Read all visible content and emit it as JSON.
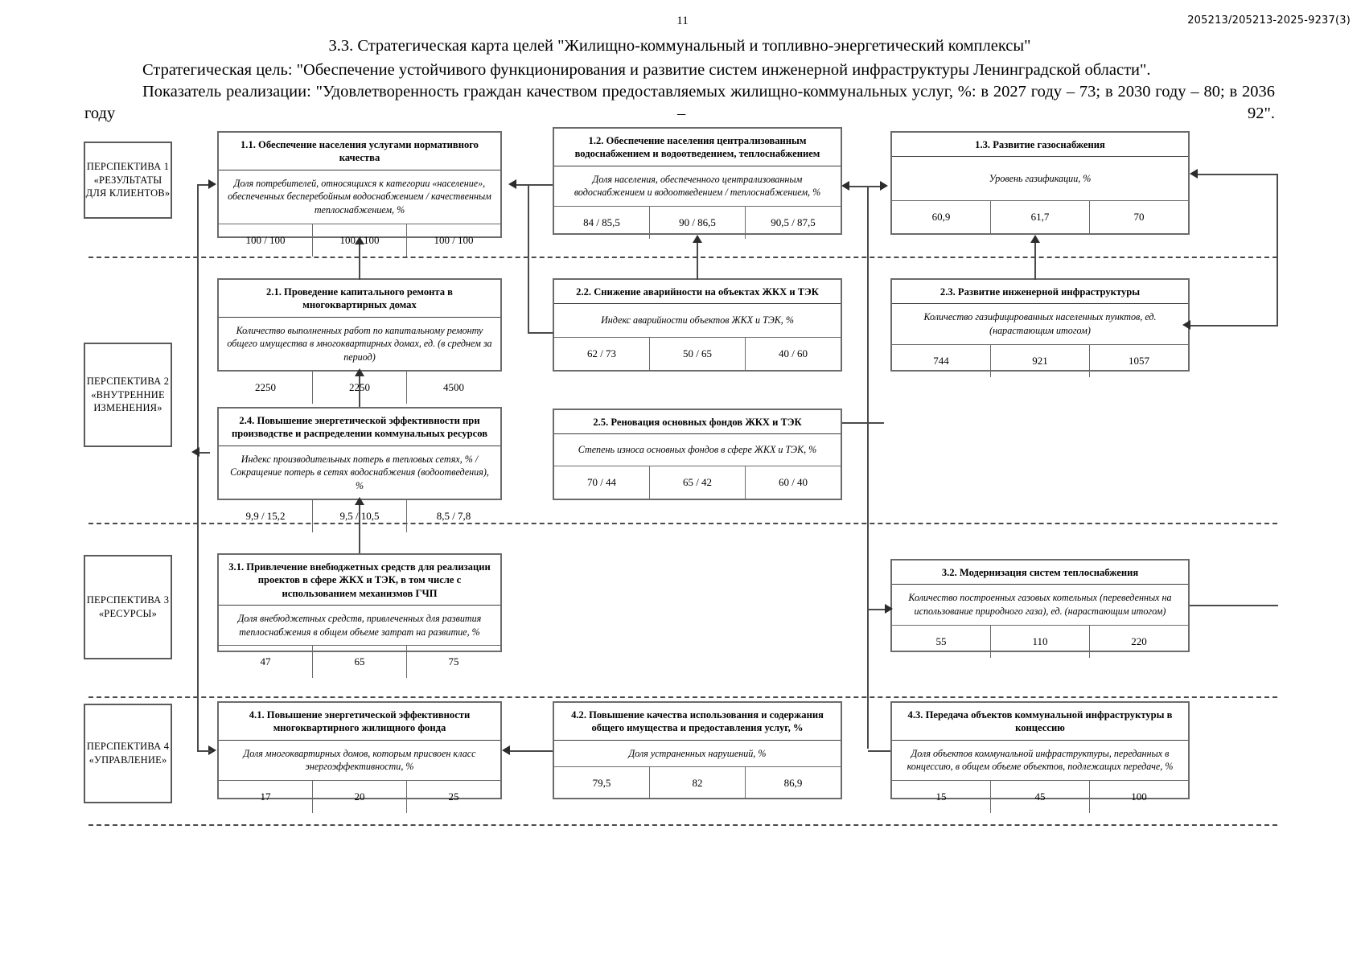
{
  "header": {
    "doc_code": "205213/205213-2025-9237(3)",
    "page_number": "11",
    "title": "3.3. Стратегическая карта целей \"Жилищно-коммунальный и топливно-энергетический комплексы\"",
    "goal": "Стратегическая цель: \"Обеспечение устойчивого функционирования и развитие систем инженерной инфраструктуры Ленинградской области\".",
    "indicator": "Показатель реализации: \"Удовлетворенность граждан качеством предоставляемых жилищно-коммунальных услуг, %: в 2027 году – 73; в 2030 году – 80; в 2036 году – 92\"."
  },
  "perspectives": [
    {
      "id": "p1",
      "label": "ПЕРСПЕКТИВА 1\n«РЕЗУЛЬТАТЫ\nДЛЯ  КЛИЕНТОВ»"
    },
    {
      "id": "p2",
      "label": "ПЕРСПЕКТИВА 2\n«ВНУТРЕННИЕ\nИЗМЕНЕНИЯ»"
    },
    {
      "id": "p3",
      "label": "ПЕРСПЕКТИВА 3\n«РЕСУРСЫ»"
    },
    {
      "id": "p4",
      "label": "ПЕРСПЕКТИВА 4\n«УПРАВЛЕНИЕ»"
    }
  ],
  "goals": [
    {
      "code": "1.1",
      "title": "1.1. Обеспечение населения услугами нормативного качества",
      "indicator": "Доля потребителей, относящихся к категории «население», обеспеченных бесперебойным водоснабжением / качественным теплоснабжением, %",
      "values": [
        "100 / 100",
        "100 / 100",
        "100 / 100"
      ]
    },
    {
      "code": "1.2",
      "title": "1.2. Обеспечение населения централизованным водоснабжением и водоотведением, теплоснабжением",
      "indicator": "Доля населения, обеспеченного централизованным водоснабжением и водоотведением / теплоснабжением, %",
      "values": [
        "84 / 85,5",
        "90 / 86,5",
        "90,5 / 87,5"
      ]
    },
    {
      "code": "1.3",
      "title": "1.3. Развитие газоснабжения",
      "indicator": "Уровень газификации, %",
      "values": [
        "60,9",
        "61,7",
        "70"
      ]
    },
    {
      "code": "2.1",
      "title": "2.1. Проведение капитального ремонта в многоквартирных домах",
      "indicator": "Количество выполненных работ по капитальному ремонту общего имущества в многоквартирных домах, ед. (в среднем за период)",
      "values": [
        "2250",
        "2250",
        "4500"
      ]
    },
    {
      "code": "2.2",
      "title": "2.2. Снижение аварийности на объектах ЖКХ и ТЭК",
      "indicator": "Индекс аварийности объектов ЖКХ и ТЭК, %",
      "values": [
        "62 / 73",
        "50 / 65",
        "40 / 60"
      ]
    },
    {
      "code": "2.3",
      "title": "2.3. Развитие инженерной инфраструктуры",
      "indicator": "Количество газифицированных населенных пунктов, ед. (нарастающим итогом)",
      "values": [
        "744",
        "921",
        "1057"
      ]
    },
    {
      "code": "2.4",
      "title": "2.4. Повышение энергетической эффективности при производстве и распределении коммунальных ресурсов",
      "indicator": "Индекс производительных потерь в тепловых сетях, % / Сокращение потерь в сетях водоснабжения (водоотведения), %",
      "values": [
        "9,9 / 15,2",
        "9,5 / 10,5",
        "8,5 / 7,8"
      ]
    },
    {
      "code": "2.5",
      "title": "2.5. Реновация основных фондов ЖКХ и ТЭК",
      "indicator": "Степень износа основных фондов в сфере ЖКХ и ТЭК, %",
      "values": [
        "70 / 44",
        "65 / 42",
        "60 / 40"
      ]
    },
    {
      "code": "3.1",
      "title": "3.1. Привлечение внебюджетных средств для реализации проектов в сфере ЖКХ и ТЭК, в том числе с использованием механизмов ГЧП",
      "indicator": "Доля внебюджетных средств, привлеченных для развития теплоснабжения в общем объеме затрат на развитие, %",
      "values": [
        "47",
        "65",
        "75"
      ]
    },
    {
      "code": "3.2",
      "title": "3.2. Модернизация систем теплоснабжения",
      "indicator": "Количество построенных газовых котельных (переведенных на использование природного газа), ед. (нарастающим итогом)",
      "values": [
        "55",
        "110",
        "220"
      ]
    },
    {
      "code": "4.1",
      "title": "4.1. Повышение энергетической эффективности многоквартирного жилищного фонда",
      "indicator": "Доля многоквартирных домов, которым присвоен класс энергоэффективности, %",
      "values": [
        "17",
        "20",
        "25"
      ]
    },
    {
      "code": "4.2",
      "title": "4.2. Повышение качества использования и содержания общего имущества и предоставления услуг, %",
      "indicator": "Доля устраненных нарушений, %",
      "values": [
        "79,5",
        "82",
        "86,9"
      ]
    },
    {
      "code": "4.3",
      "title": "4.3. Передача объектов коммунальной инфраструктуры в концессию",
      "indicator": "Доля объектов коммунальной инфраструктуры, переданных в концессию, в общем объеме объектов, подлежащих передаче, %",
      "values": [
        "15",
        "45",
        "100"
      ]
    }
  ]
}
